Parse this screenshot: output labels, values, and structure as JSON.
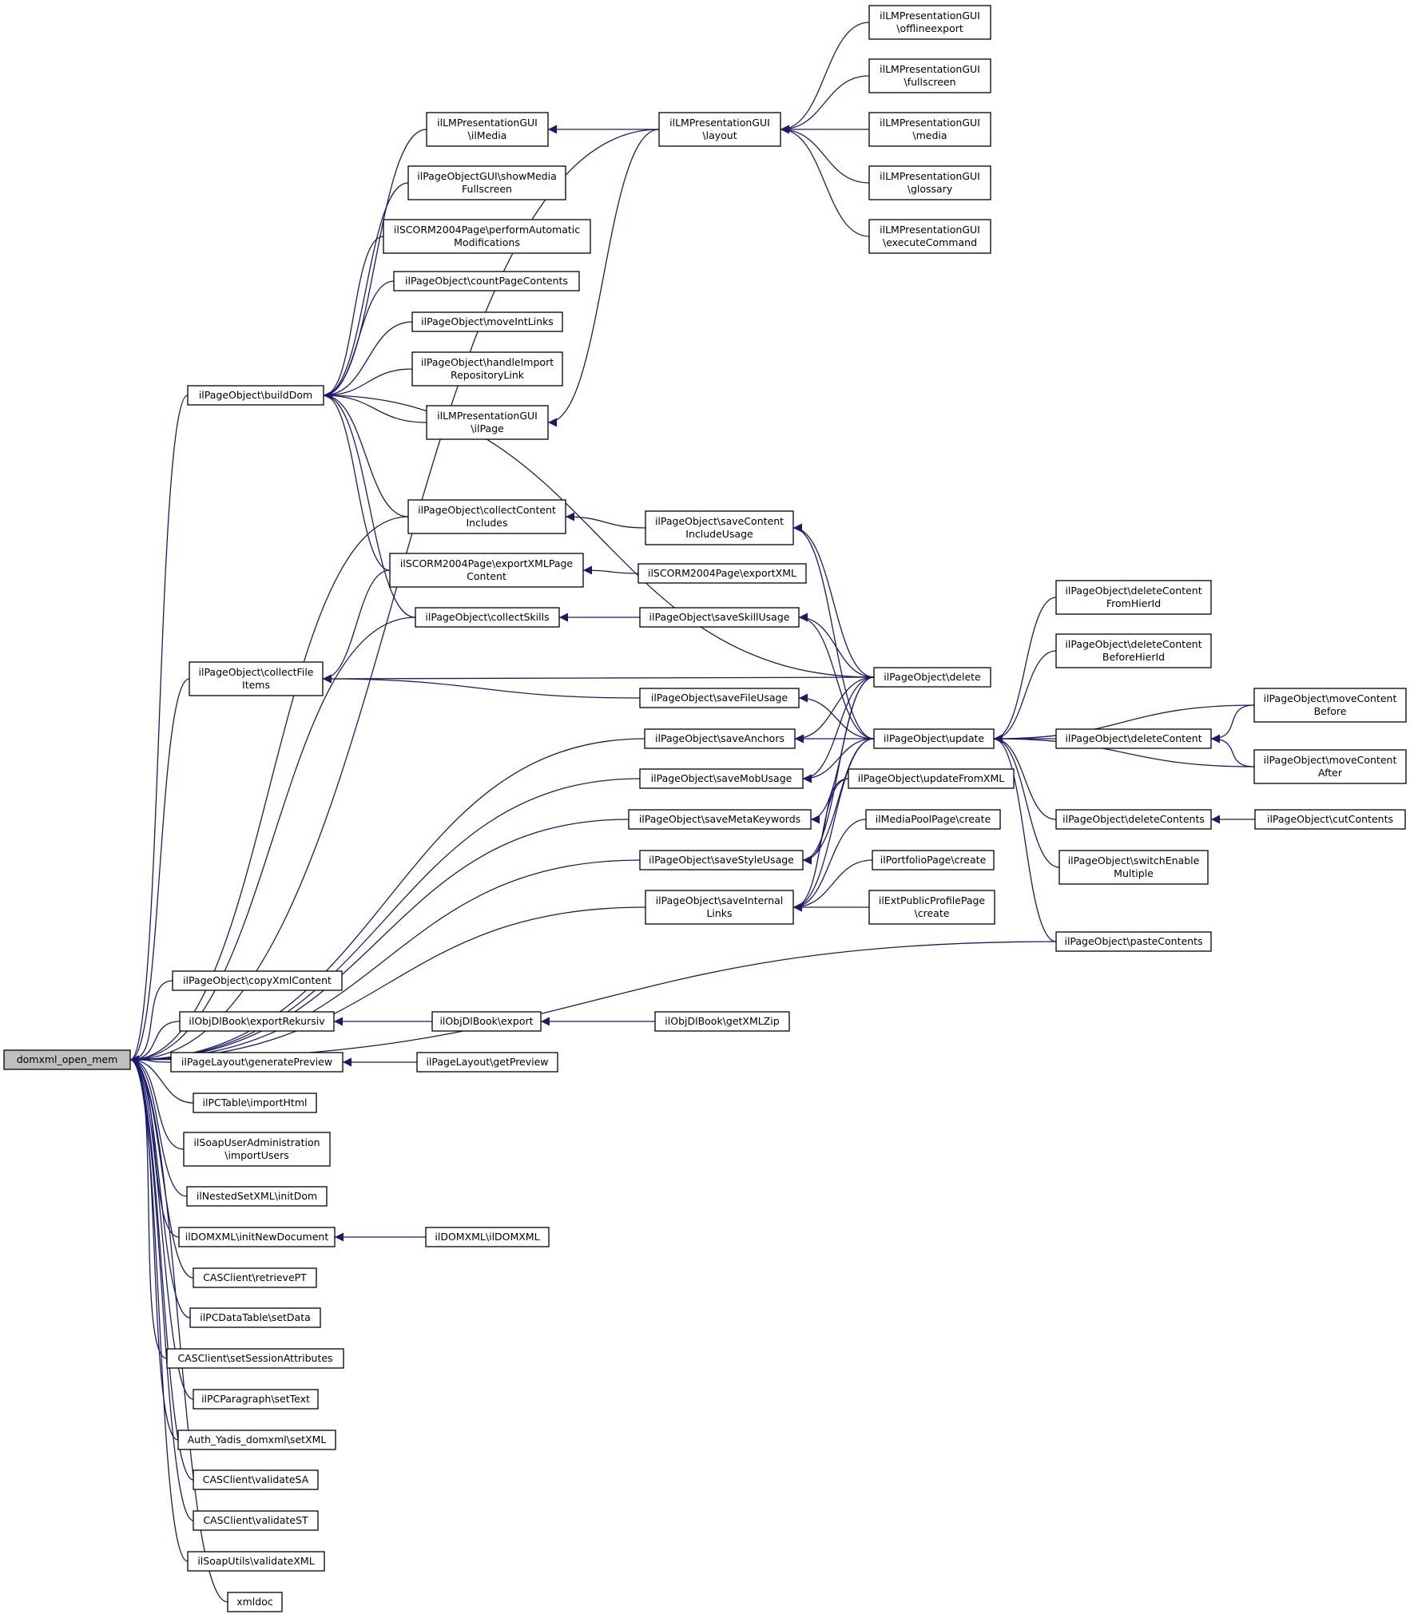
{
  "graph": {
    "focus_node": "domxml_open_mem",
    "edge_color": "#191970",
    "nodes": [
      {
        "id": "domxml_open_mem",
        "lines": [
          "domxml_open_mem"
        ]
      },
      {
        "id": "offlineexport",
        "lines": [
          "ilLMPresentationGUI",
          "\\offlineexport"
        ]
      },
      {
        "id": "fullscreen",
        "lines": [
          "ilLMPresentationGUI",
          "\\fullscreen"
        ]
      },
      {
        "id": "lmp_media",
        "lines": [
          "ilLMPresentationGUI",
          "\\media"
        ]
      },
      {
        "id": "glossary",
        "lines": [
          "ilLMPresentationGUI",
          "\\glossary"
        ]
      },
      {
        "id": "executeCommand",
        "lines": [
          "ilLMPresentationGUI",
          "\\executeCommand"
        ]
      },
      {
        "id": "layout",
        "lines": [
          "ilLMPresentationGUI",
          "\\layout"
        ]
      },
      {
        "id": "ilMedia",
        "lines": [
          "ilLMPresentationGUI",
          "\\ilMedia"
        ]
      },
      {
        "id": "showMediaFullscreen",
        "lines": [
          "ilPageObjectGUI\\showMedia",
          "Fullscreen"
        ]
      },
      {
        "id": "performAutomatic",
        "lines": [
          "ilSCORM2004Page\\performAutomatic",
          "Modifications"
        ]
      },
      {
        "id": "countPageContents",
        "lines": [
          "ilPageObject\\countPageContents"
        ]
      },
      {
        "id": "moveIntLinks",
        "lines": [
          "ilPageObject\\moveIntLinks"
        ]
      },
      {
        "id": "handleImport",
        "lines": [
          "ilPageObject\\handleImport",
          "RepositoryLink"
        ]
      },
      {
        "id": "ilPage",
        "lines": [
          "ilLMPresentationGUI",
          "\\ilPage"
        ]
      },
      {
        "id": "buildDom",
        "lines": [
          "ilPageObject\\buildDom"
        ]
      },
      {
        "id": "collectContentIncludes",
        "lines": [
          "ilPageObject\\collectContent",
          "Includes"
        ]
      },
      {
        "id": "saveContentIncludeUsage",
        "lines": [
          "ilPageObject\\saveContent",
          "IncludeUsage"
        ]
      },
      {
        "id": "exportXMLPageContent",
        "lines": [
          "ilSCORM2004Page\\exportXMLPage",
          "Content"
        ]
      },
      {
        "id": "exportXML",
        "lines": [
          "ilSCORM2004Page\\exportXML"
        ]
      },
      {
        "id": "collectSkills",
        "lines": [
          "ilPageObject\\collectSkills"
        ]
      },
      {
        "id": "saveSkillUsage",
        "lines": [
          "ilPageObject\\saveSkillUsage"
        ]
      },
      {
        "id": "collectFileItems",
        "lines": [
          "ilPageObject\\collectFile",
          "Items"
        ]
      },
      {
        "id": "saveFileUsage",
        "lines": [
          "ilPageObject\\saveFileUsage"
        ]
      },
      {
        "id": "delete",
        "lines": [
          "ilPageObject\\delete"
        ]
      },
      {
        "id": "deleteContentFromHierId",
        "lines": [
          "ilPageObject\\deleteContent",
          "FromHierId"
        ]
      },
      {
        "id": "deleteContentBeforeHierId",
        "lines": [
          "ilPageObject\\deleteContent",
          "BeforeHierId"
        ]
      },
      {
        "id": "saveAnchors",
        "lines": [
          "ilPageObject\\saveAnchors"
        ]
      },
      {
        "id": "update",
        "lines": [
          "ilPageObject\\update"
        ]
      },
      {
        "id": "deleteContent",
        "lines": [
          "ilPageObject\\deleteContent"
        ]
      },
      {
        "id": "moveContentBefore",
        "lines": [
          "ilPageObject\\moveContent",
          "Before"
        ]
      },
      {
        "id": "moveContentAfter",
        "lines": [
          "ilPageObject\\moveContent",
          "After"
        ]
      },
      {
        "id": "saveMobUsage",
        "lines": [
          "ilPageObject\\saveMobUsage"
        ]
      },
      {
        "id": "updateFromXML",
        "lines": [
          "ilPageObject\\updateFromXML"
        ]
      },
      {
        "id": "saveMetaKeywords",
        "lines": [
          "ilPageObject\\saveMetaKeywords"
        ]
      },
      {
        "id": "mediaPoolCreate",
        "lines": [
          "ilMediaPoolPage\\create"
        ]
      },
      {
        "id": "deleteContents",
        "lines": [
          "ilPageObject\\deleteContents"
        ]
      },
      {
        "id": "cutContents",
        "lines": [
          "ilPageObject\\cutContents"
        ]
      },
      {
        "id": "saveStyleUsage",
        "lines": [
          "ilPageObject\\saveStyleUsage"
        ]
      },
      {
        "id": "portfolioCreate",
        "lines": [
          "ilPortfolioPage\\create"
        ]
      },
      {
        "id": "switchEnableMultiple",
        "lines": [
          "ilPageObject\\switchEnable",
          "Multiple"
        ]
      },
      {
        "id": "saveInternalLinks",
        "lines": [
          "ilPageObject\\saveInternal",
          "Links"
        ]
      },
      {
        "id": "extPublicCreate",
        "lines": [
          "ilExtPublicProfilePage",
          "\\create"
        ]
      },
      {
        "id": "pasteContents",
        "lines": [
          "ilPageObject\\pasteContents"
        ]
      },
      {
        "id": "copyXmlContent",
        "lines": [
          "ilPageObject\\copyXmlContent"
        ]
      },
      {
        "id": "exportRekursiv",
        "lines": [
          "ilObjDlBook\\exportRekursiv"
        ]
      },
      {
        "id": "dlbookExport",
        "lines": [
          "ilObjDlBook\\export"
        ]
      },
      {
        "id": "getXMLZip",
        "lines": [
          "ilObjDlBook\\getXMLZip"
        ]
      },
      {
        "id": "generatePreview",
        "lines": [
          "ilPageLayout\\generatePreview"
        ]
      },
      {
        "id": "getPreview",
        "lines": [
          "ilPageLayout\\getPreview"
        ]
      },
      {
        "id": "importHtml",
        "lines": [
          "ilPCTable\\importHtml"
        ]
      },
      {
        "id": "importUsers",
        "lines": [
          "ilSoapUserAdministration",
          "\\importUsers"
        ]
      },
      {
        "id": "initDom",
        "lines": [
          "ilNestedSetXML\\initDom"
        ]
      },
      {
        "id": "initNewDocument",
        "lines": [
          "ilDOMXML\\initNewDocument"
        ]
      },
      {
        "id": "ilDOMXMLctor",
        "lines": [
          "ilDOMXML\\ilDOMXML"
        ]
      },
      {
        "id": "retrievePT",
        "lines": [
          "CASClient\\retrievePT"
        ]
      },
      {
        "id": "setData",
        "lines": [
          "ilPCDataTable\\setData"
        ]
      },
      {
        "id": "setSessionAttributes",
        "lines": [
          "CASClient\\setSessionAttributes"
        ]
      },
      {
        "id": "setText",
        "lines": [
          "ilPCParagraph\\setText"
        ]
      },
      {
        "id": "setXML",
        "lines": [
          "Auth_Yadis_domxml\\setXML"
        ]
      },
      {
        "id": "validateSA",
        "lines": [
          "CASClient\\validateSA"
        ]
      },
      {
        "id": "validateST",
        "lines": [
          "CASClient\\validateST"
        ]
      },
      {
        "id": "validateXML",
        "lines": [
          "ilSoapUtils\\validateXML"
        ]
      },
      {
        "id": "xmldoc",
        "lines": [
          "xmldoc"
        ]
      }
    ]
  }
}
